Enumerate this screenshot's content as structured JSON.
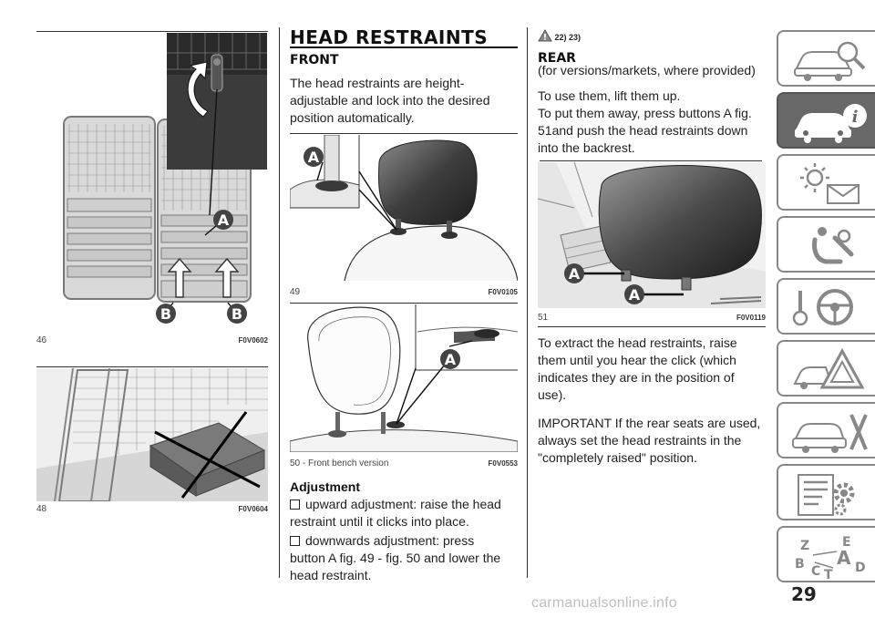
{
  "figures": {
    "fig46": {
      "number": "46",
      "code": "F0V0602",
      "callouts": [
        "A",
        "B",
        "B"
      ]
    },
    "fig48": {
      "number": "48",
      "code": "F0V0604"
    },
    "fig49": {
      "number": "49",
      "code": "F0V0105",
      "callout": "A"
    },
    "fig50": {
      "number": "50 - Front bench version",
      "code": "F0V0553",
      "callout": "A"
    },
    "fig51": {
      "number": "51",
      "code": "F0V0119",
      "callouts": [
        "A",
        "A"
      ]
    }
  },
  "section": {
    "title": "HEAD RESTRAINTS",
    "front": {
      "heading": "FRONT",
      "intro": [
        "The head restraints are height-",
        "adjustable and lock into the desired",
        "position automatically."
      ],
      "adjustment_heading": "Adjustment",
      "bullets": [
        [
          "upward adjustment: raise the head",
          "restraint until it clicks into place."
        ],
        [
          "downwards adjustment: press",
          "button A fig. 49 - fig. 50 and lower the",
          "head restraint."
        ]
      ]
    },
    "rear": {
      "warning_refs": "22) 23)",
      "heading": "REAR",
      "note": "(for versions/markets, where provided)",
      "para1": [
        "To use them, lift them up.",
        "To put them away, press buttons A fig.",
        "51and push the head restraints down",
        "into the backrest."
      ],
      "para2": [
        "To extract the head restraints, raise",
        "them until you hear the click (which",
        "indicates they are in the position of",
        "use)."
      ],
      "para3": [
        "IMPORTANT If the rear seats are used,",
        "always set the head restraints in the",
        "\"completely raised\" position."
      ]
    }
  },
  "sidebar": {
    "tabs": [
      {
        "icon": "car-magnifier-icon",
        "active": false
      },
      {
        "icon": "car-info-icon",
        "active": true
      },
      {
        "icon": "warning-light-message-icon",
        "active": false
      },
      {
        "icon": "airbag-seat-icon",
        "active": false
      },
      {
        "icon": "key-steering-wheel-icon",
        "active": false
      },
      {
        "icon": "breakdown-triangle-icon",
        "active": false
      },
      {
        "icon": "car-service-tools-icon",
        "active": false
      },
      {
        "icon": "specs-gear-icon",
        "active": false
      },
      {
        "icon": "alphabet-index-icon",
        "active": false
      }
    ],
    "index_letters": [
      "Z",
      "E",
      "A",
      "B",
      "D",
      "C",
      "T"
    ]
  },
  "page_number": "29",
  "watermark": "carmanualsonline.info",
  "colors": {
    "active_tab": "#686868",
    "tab_border": "#888888",
    "text": "#222222"
  }
}
